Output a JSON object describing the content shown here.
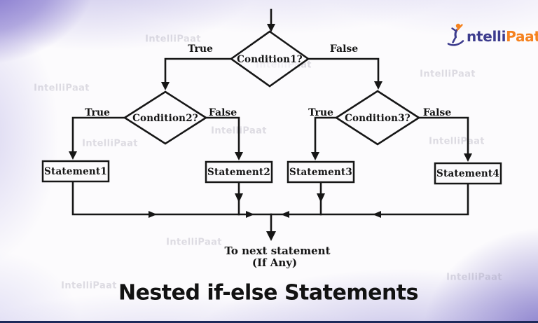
{
  "title": "Nested if-else Statements",
  "watermark": {
    "text": "IntelliPaat"
  },
  "logo": {
    "brand_prefix": "ntelli",
    "brand_suffix": "Paat"
  },
  "flowchart": {
    "conditions": [
      {
        "label": "Condition1?"
      },
      {
        "label": "Condition2?"
      },
      {
        "label": "Condition3?"
      }
    ],
    "statements": [
      {
        "label": "Statement1"
      },
      {
        "label": "Statement2"
      },
      {
        "label": "Statement3"
      },
      {
        "label": "Statement4"
      }
    ],
    "branches": {
      "true_label": "True",
      "false_label": "False"
    },
    "exit": {
      "line1": "To next statement",
      "line2": "(If Any)"
    }
  },
  "colors": {
    "line": "#161616",
    "brand_blue": "#3d3c8e",
    "brand_orange": "#f5821f",
    "footer_bar": "#1d2a5a",
    "background_wash": "#8b7fd0"
  }
}
